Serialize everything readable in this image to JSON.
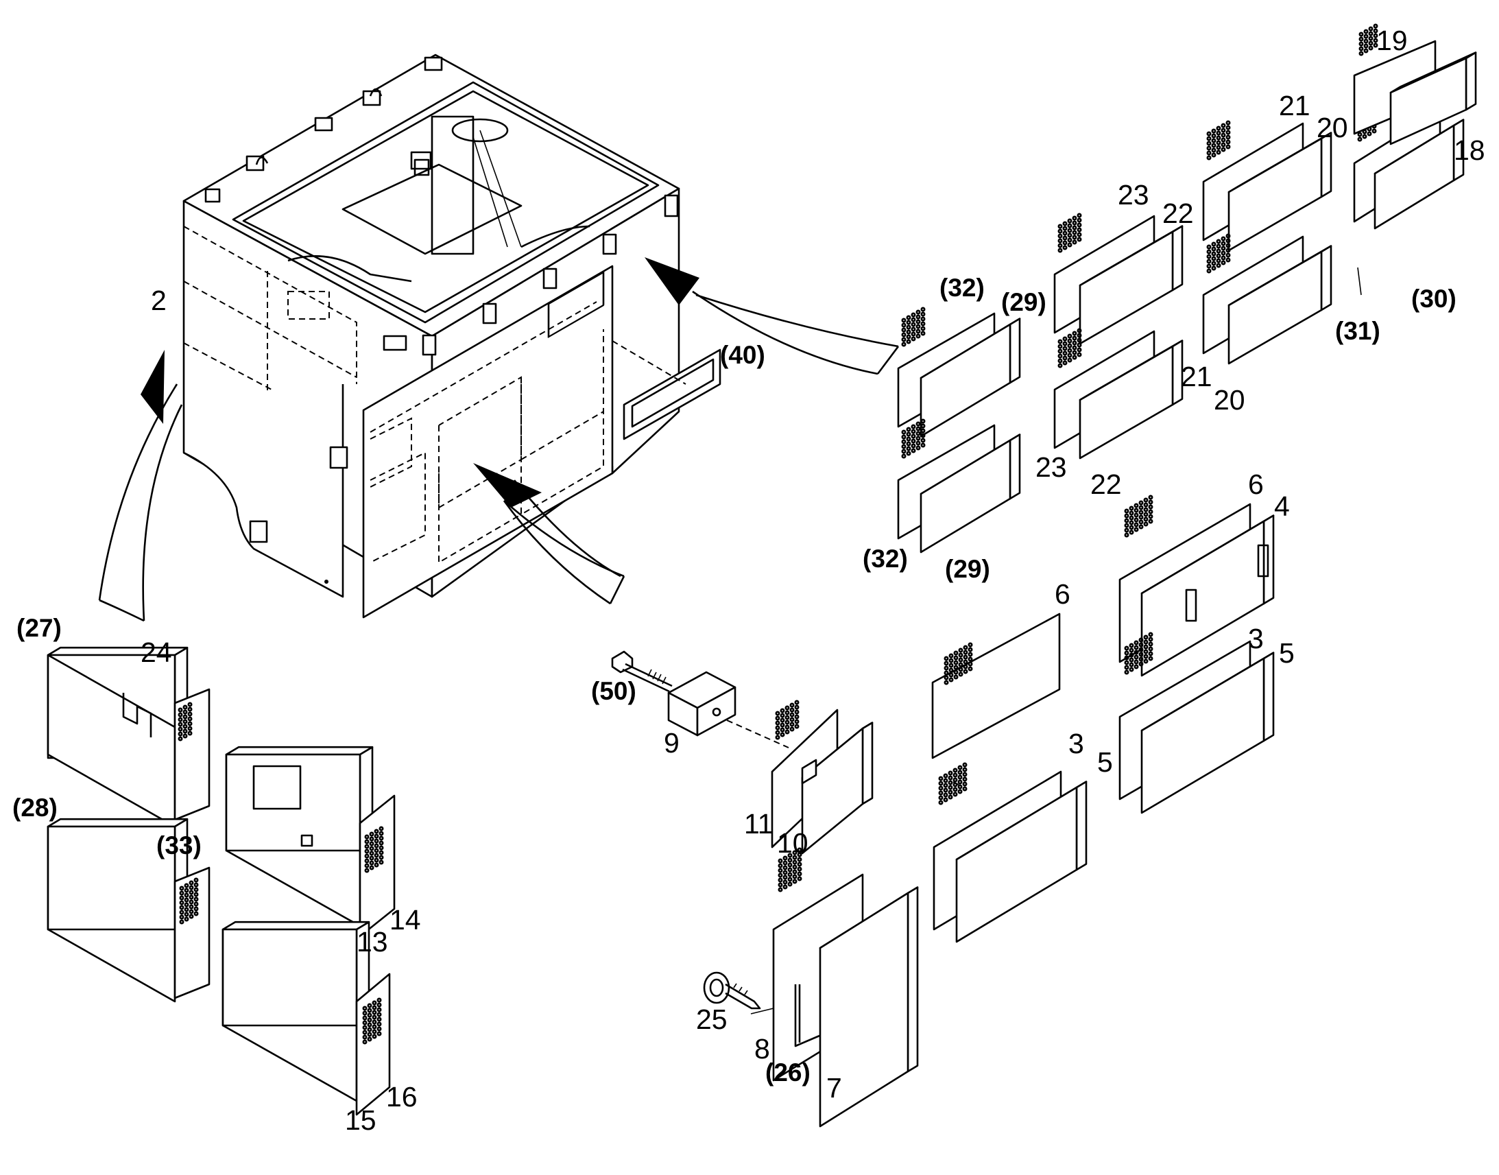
{
  "labels": {
    "l2": "2",
    "l3a": "3",
    "l3b": "3",
    "l4": "4",
    "l5a": "5",
    "l5b": "5",
    "l6a": "6",
    "l6b": "6",
    "l7": "7",
    "l8": "8",
    "l9": "9",
    "l10": "10",
    "l11": "11",
    "l13": "13",
    "l14": "14",
    "l15": "15",
    "l16": "16",
    "l18": "18",
    "l19": "19",
    "l20a": "20",
    "l20b": "20",
    "l21a": "21",
    "l21b": "21",
    "l22a": "22",
    "l22b": "22",
    "l23a": "23",
    "l23b": "23",
    "l24": "24",
    "l25": "25"
  },
  "refs": {
    "r26": "(26)",
    "r27": "(27)",
    "r28": "(28)",
    "r29a": "(29)",
    "r29b": "(29)",
    "r30": "(30)",
    "r31": "(31)",
    "r32a": "(32)",
    "r32b": "(32)",
    "r33": "(33)",
    "r40": "(40)",
    "r50": "(50)"
  }
}
